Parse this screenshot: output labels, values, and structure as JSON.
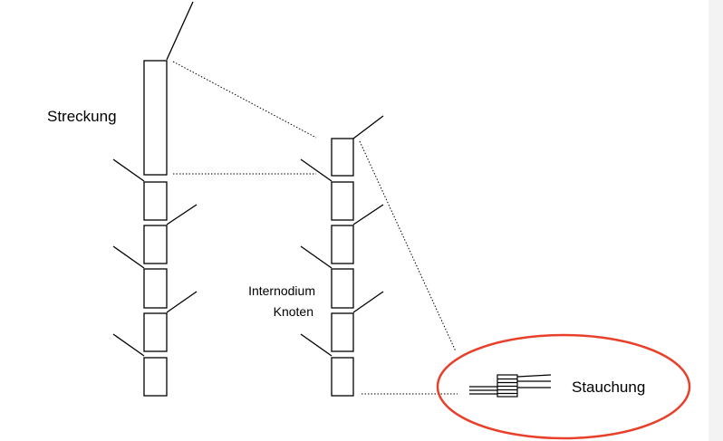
{
  "labels": {
    "streckung": "Streckung",
    "internodium": "Internodium",
    "knoten": "Knoten",
    "stauchung": "Stauchung"
  },
  "colors": {
    "stroke": "#000000",
    "highlight": "#e8402a",
    "background": "#ffffff"
  }
}
